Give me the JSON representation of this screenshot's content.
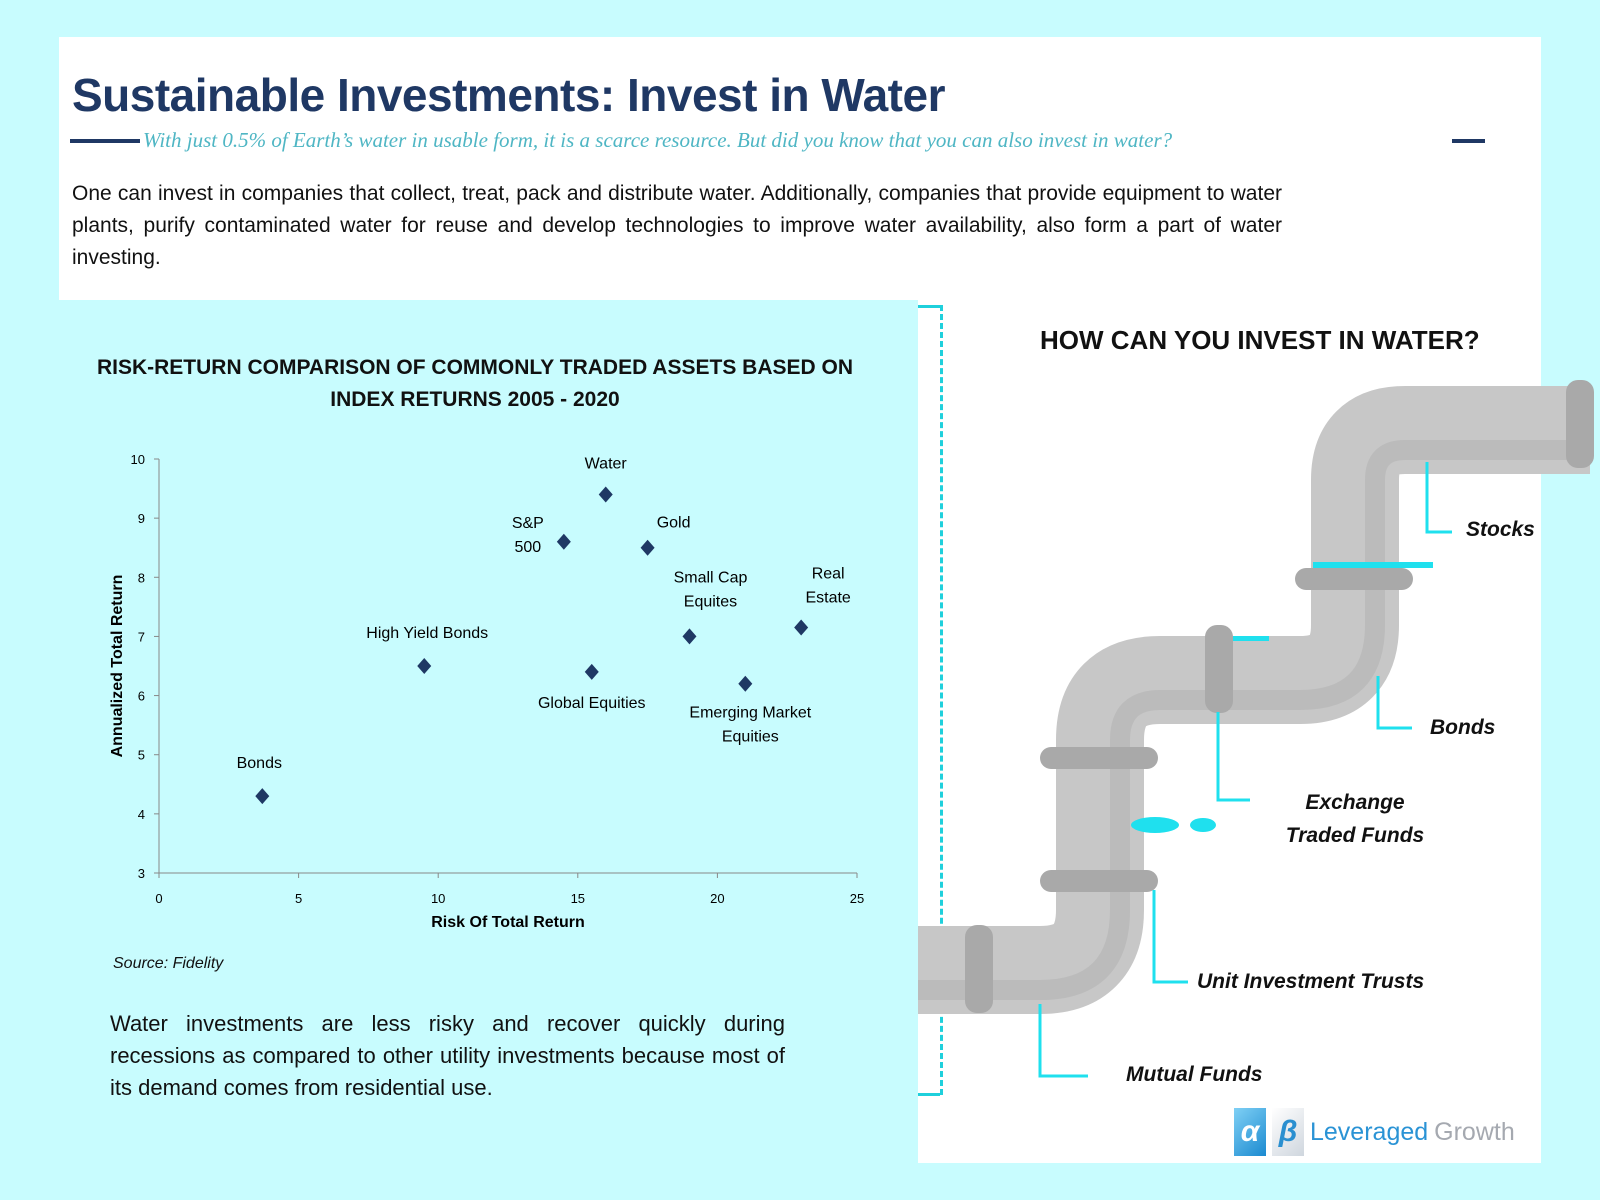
{
  "header": {
    "title": "Sustainable Investments: Invest in Water",
    "subtitle": "With just 0.5% of Earth’s water in usable form, it is a scarce resource. But did you know that you can also invest in water?",
    "intro": "One can invest in companies that collect, treat, pack and distribute water. Additionally, companies that provide equipment to water plants, purify contaminated water for reuse and develop technologies to improve water availability, also form a part of water investing."
  },
  "chart_data": {
    "type": "scatter",
    "title": "RISK-RETURN COMPARISON OF COMMONLY TRADED ASSETS BASED ON INDEX RETURNS 2005 - 2020",
    "xlabel": "Risk Of Total Return",
    "ylabel": "Annualized Total Return",
    "xlim": [
      0,
      25
    ],
    "ylim": [
      3,
      10
    ],
    "xticks": [
      0,
      5,
      10,
      15,
      20,
      25
    ],
    "yticks": [
      3,
      4,
      5,
      6,
      7,
      8,
      9,
      10
    ],
    "points": [
      {
        "label": "Bonds",
        "x": 3.7,
        "y": 4.3
      },
      {
        "label": "High Yield Bonds",
        "x": 9.5,
        "y": 6.5
      },
      {
        "label": "S&P 500",
        "x": 14.5,
        "y": 8.6
      },
      {
        "label": "Water",
        "x": 16,
        "y": 9.4
      },
      {
        "label": "Global Equities",
        "x": 15.5,
        "y": 6.4
      },
      {
        "label": "Gold",
        "x": 17.5,
        "y": 8.5
      },
      {
        "label": "Small Cap Equites",
        "x": 19,
        "y": 7.0
      },
      {
        "label": "Emerging Market Equities",
        "x": 21,
        "y": 6.2
      },
      {
        "label": "Real Estate",
        "x": 23,
        "y": 7.15
      }
    ],
    "marker_color": "#1f3864"
  },
  "source": "Source: Fidelity",
  "note": "Water investments are less risky and recover quickly during recessions as compared to other utility investments because most of its demand comes from residential use.",
  "right": {
    "title": "HOW CAN YOU INVEST IN WATER?",
    "options": [
      "Stocks",
      "Bonds",
      "Exchange Traded Funds",
      "Unit Investment Trusts",
      "Mutual Funds"
    ]
  },
  "logo": {
    "alpha": "α",
    "beta": "β",
    "word1": "Leveraged",
    "word2": "Growth"
  }
}
